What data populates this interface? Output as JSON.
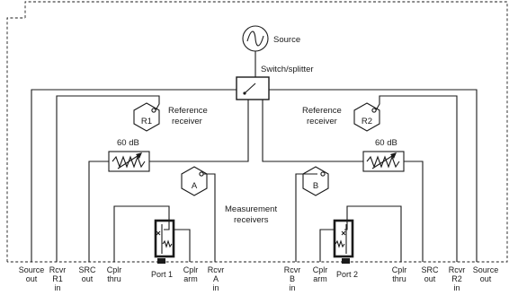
{
  "labels": {
    "source": "Source",
    "switch_splitter": "Switch/splitter",
    "ref_receiver_left": [
      "Reference",
      "receiver"
    ],
    "ref_receiver_right": [
      "Reference",
      "receiver"
    ],
    "measurement_receivers": [
      "Measurement",
      "receivers"
    ],
    "atten_left": "60 dB",
    "atten_right": "60 dB"
  },
  "receivers": {
    "r1": "R1",
    "r2": "R2",
    "a": "A",
    "b": "B"
  },
  "ports": [
    {
      "id": "source-out-left",
      "lines": [
        "Source",
        "out"
      ]
    },
    {
      "id": "rcvr-r1-in",
      "lines": [
        "Rcvr",
        "R1",
        "in"
      ]
    },
    {
      "id": "src-out-left",
      "lines": [
        "SRC",
        "out"
      ]
    },
    {
      "id": "cplr-thru-left",
      "lines": [
        "Cplr",
        "thru"
      ]
    },
    {
      "id": "port-1",
      "lines": [
        "Port 1"
      ]
    },
    {
      "id": "cplr-arm-left",
      "lines": [
        "Cplr",
        "arm"
      ]
    },
    {
      "id": "rcvr-a-in",
      "lines": [
        "Rcvr",
        "A",
        "in"
      ]
    },
    {
      "id": "rcvr-b-in",
      "lines": [
        "Rcvr",
        "B",
        "in"
      ]
    },
    {
      "id": "cplr-arm-right",
      "lines": [
        "Cplr",
        "arm"
      ]
    },
    {
      "id": "port-2",
      "lines": [
        "Port 2"
      ]
    },
    {
      "id": "cplr-thru-right",
      "lines": [
        "Cplr",
        "thru"
      ]
    },
    {
      "id": "src-out-right",
      "lines": [
        "SRC",
        "out"
      ]
    },
    {
      "id": "rcvr-r2-in",
      "lines": [
        "Rcvr",
        "R2",
        "in"
      ]
    },
    {
      "id": "source-out-right",
      "lines": [
        "Source",
        "out"
      ]
    }
  ]
}
